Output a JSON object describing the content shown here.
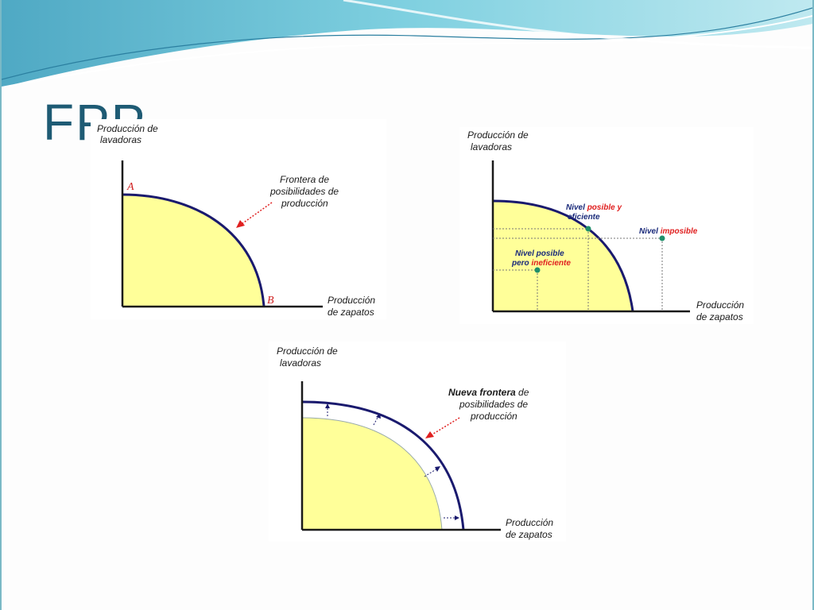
{
  "slide": {
    "title": "FPP"
  },
  "colors": {
    "fill": "#ffff99",
    "curve": "#1a1a6e",
    "arrow_red": "#e02020",
    "title": "#1e5b74"
  },
  "diagram1": {
    "y_label_line1": "Producción de",
    "y_label_line2": "lavadoras",
    "x_label_line1": "Producción",
    "x_label_line2": "de zapatos",
    "point_a": "A",
    "point_b": "B",
    "annotation_line1": "Frontera de",
    "annotation_line2": "posibilidades de",
    "annotation_line3": "producción"
  },
  "diagram2": {
    "y_label_line1": "Producción de",
    "y_label_line2": "lavadoras",
    "x_label_line1": "Producción",
    "x_label_line2": "de zapatos",
    "efficient_prefix": "Nivel ",
    "efficient_red": "posible y",
    "efficient_line2": "eficiente",
    "impossible_prefix": "Nivel ",
    "impossible_red": "imposible",
    "inefficient_line1": "Nivel posible",
    "inefficient_prefix": "pero ",
    "inefficient_red": "ineficiente"
  },
  "diagram3": {
    "y_label_line1": "Producción de",
    "y_label_line2": "lavadoras",
    "x_label_line1": "Producción",
    "x_label_line2": "de zapatos",
    "annotation_bold": "Nueva frontera",
    "annotation_rest": " de",
    "annotation_line2": "posibilidades de",
    "annotation_line3": "producción"
  }
}
